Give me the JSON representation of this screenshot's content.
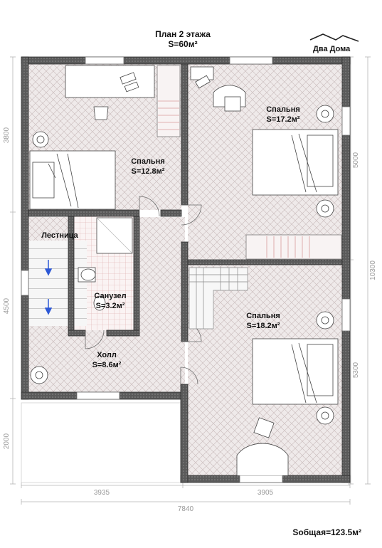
{
  "header": {
    "title": "План 2 этажа",
    "area": "S=60м²",
    "logo_text": "Два Дома"
  },
  "rooms": [
    {
      "name": "Спальня",
      "area": "S=12.8м²"
    },
    {
      "name": "Спальня",
      "area": "S=17.2м²"
    },
    {
      "name": "Спальня",
      "area": "S=18.2м²"
    },
    {
      "name": "Санузел",
      "area": "S=3.2м²"
    },
    {
      "name": "Холл",
      "area": "S=8.6м²"
    }
  ],
  "stair_label": "Лестница",
  "dimensions": {
    "left": [
      "3800",
      "4500",
      "2000"
    ],
    "right": [
      "5000",
      "10300",
      "5300"
    ],
    "bottom": [
      "3935",
      "3905",
      "7840"
    ]
  },
  "total_area": "Sобщая=123.5м²",
  "colors": {
    "wall": "#3c3c3c",
    "floor": "#ece6e6",
    "tile": "#dca8a8",
    "arrow": "#2d58d6"
  }
}
